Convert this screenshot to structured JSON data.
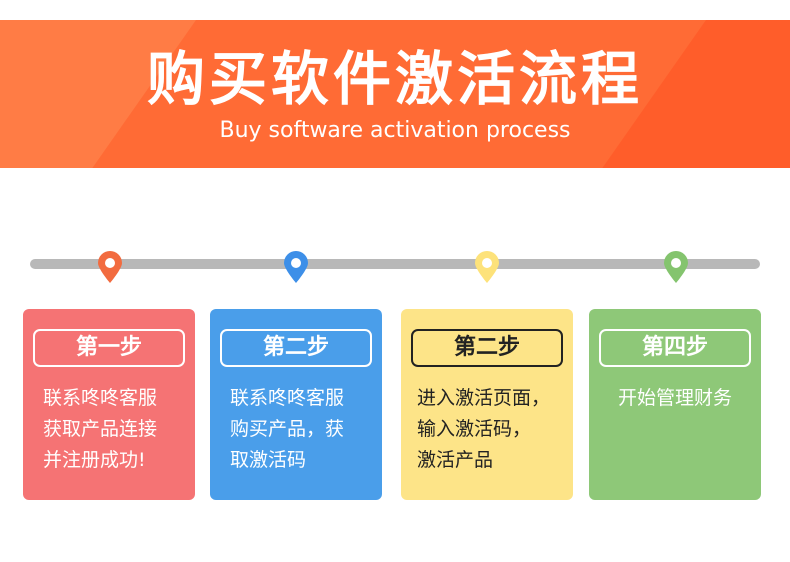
{
  "banner": {
    "title": "购买软件激活流程",
    "subtitle": "Buy software activation process",
    "color": "#ff6b35"
  },
  "timeline": {
    "pins": [
      {
        "icon": "location-pin-icon",
        "color": "#f26b3f"
      },
      {
        "icon": "location-pin-icon",
        "color": "#3d8fe8"
      },
      {
        "icon": "location-pin-icon",
        "color": "#fde27a"
      },
      {
        "icon": "location-pin-icon",
        "color": "#84c46e"
      }
    ]
  },
  "steps": [
    {
      "label": "第一步",
      "lines": [
        "联系咚咚客服",
        "获取产品连接",
        "并注册成功!"
      ],
      "color": "#f57374"
    },
    {
      "label": "第二步",
      "lines": [
        "联系咚咚客服",
        "购买产品，获",
        "取激活码"
      ],
      "color": "#4a9eea"
    },
    {
      "label": "第二步",
      "lines": [
        "进入激活页面，",
        "输入激活码，",
        "激活产品"
      ],
      "color": "#fde488"
    },
    {
      "label": "第四步",
      "lines": [
        "开始管理财务"
      ],
      "color": "#8ec878"
    }
  ]
}
